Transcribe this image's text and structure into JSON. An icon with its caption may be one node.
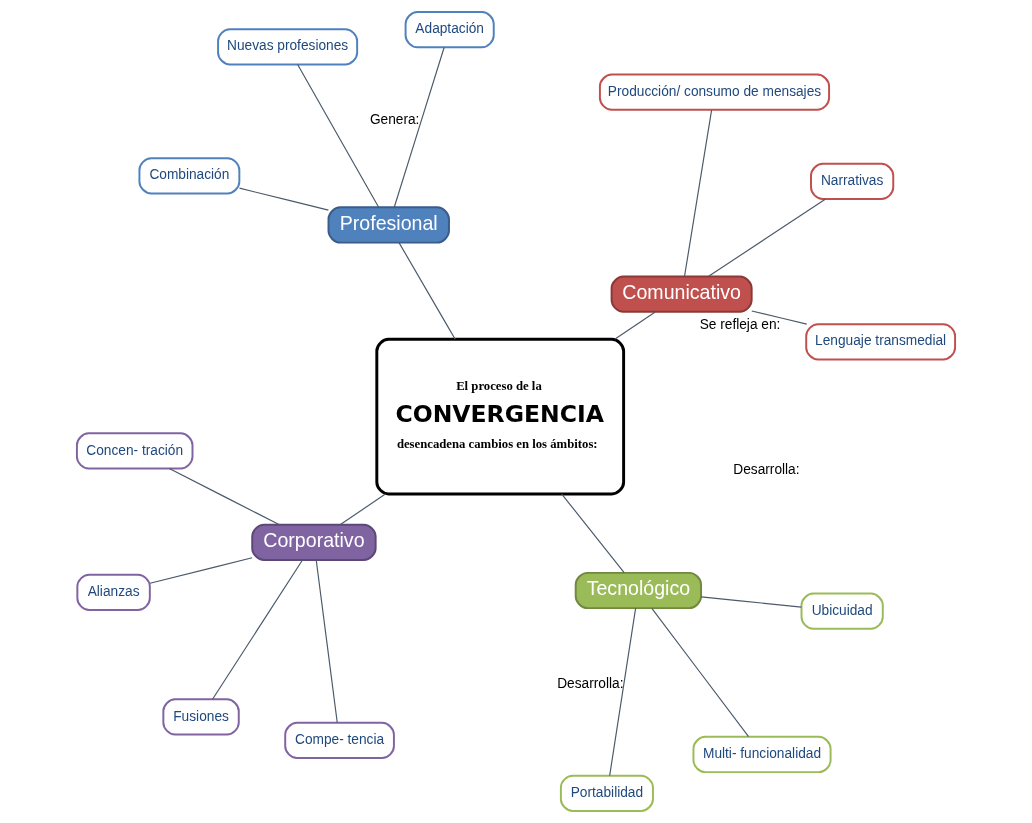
{
  "diagram": {
    "nodes": [
      {
        "text": [
          "El proceso de la",
          "CONVERGENCIA",
          "desencadena cambios en los ámbitos:"
        ]
      },
      {
        "text": [
          "Comunicativo"
        ]
      },
      {
        "text": [
          "Lenguaje transmedial"
        ]
      },
      {
        "text": [
          "Producción/ consumo de mensajes"
        ]
      },
      {
        "text": [
          "Narrativas"
        ]
      },
      {
        "text": [
          "Corporativo"
        ]
      },
      {
        "text": [
          "Concen- tración"
        ]
      },
      {
        "text": [
          "Compe- tencia"
        ]
      },
      {
        "text": [
          "Alianzas"
        ]
      },
      {
        "text": [
          "Fusiones"
        ]
      },
      {
        "text": [
          "Profesional"
        ]
      },
      {
        "text": [
          "Combinación"
        ]
      },
      {
        "text": [
          "Adaptación"
        ]
      },
      {
        "text": [
          "Nuevas profesiones"
        ]
      },
      {
        "text": [
          "Tecnológico"
        ]
      },
      {
        "text": [
          "Multi- funcionalidad"
        ]
      },
      {
        "text": [
          "Ubicuidad"
        ]
      },
      {
        "text": [
          "Portabilidad"
        ]
      }
    ],
    "edges": [
      {
        "from": 0,
        "to": 1,
        "arrow": "none"
      },
      {
        "from": 0,
        "to": 5,
        "arrow": "none"
      },
      {
        "from": 0,
        "to": 10,
        "arrow": "none"
      },
      {
        "from": 0,
        "to": 14,
        "arrow": "none"
      },
      {
        "from": 1,
        "to": 2,
        "arrow": "none",
        "label": "Se refleja en:"
      },
      {
        "from": 1,
        "to": 3,
        "arrow": "none"
      },
      {
        "from": 1,
        "to": 4,
        "arrow": "none"
      },
      {
        "from": 5,
        "to": 6,
        "arrow": "none"
      },
      {
        "from": 5,
        "to": 7,
        "arrow": "none"
      },
      {
        "from": 5,
        "to": 8,
        "arrow": "none"
      },
      {
        "from": 5,
        "to": 9,
        "arrow": "none"
      },
      {
        "from": 10,
        "to": 11,
        "arrow": "none"
      },
      {
        "from": 10,
        "to": 12,
        "arrow": "none",
        "label": "Genera:"
      },
      {
        "from": 10,
        "to": 13,
        "arrow": "none"
      },
      {
        "from": 14,
        "to": 15,
        "arrow": "none"
      },
      {
        "from": 14,
        "to": 16,
        "arrow": "none"
      },
      {
        "from": 14,
        "to": 17,
        "arrow": "none",
        "label": "Desarrolla:"
      }
    ],
    "labels": [
      "Desarrolla:"
    ]
  }
}
